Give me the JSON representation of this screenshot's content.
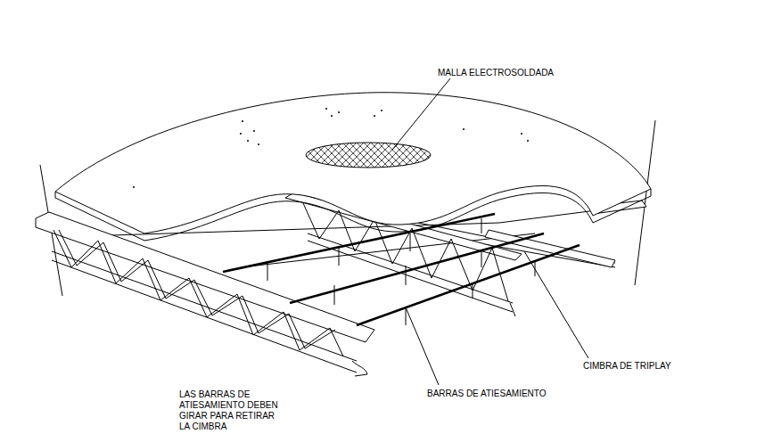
{
  "diagram": {
    "labels": [
      "MALLA ELECTROSOLDADA",
      "CIMBRA DE TRIPLAY",
      "BARRAS DE ATIESAMIENTO",
      "LAS BARRAS DE ATIESAMIENTO DEBEN GIRAR PARA RETIRAR LA CIMBRA"
    ]
  }
}
